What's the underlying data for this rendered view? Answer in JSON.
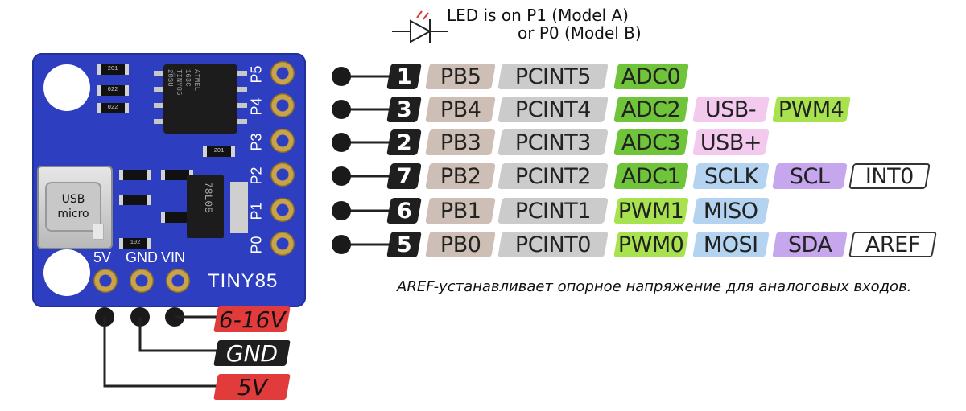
{
  "board": {
    "usb_label": "USB\nmicro",
    "name": "TINY85",
    "power_pins": [
      "5V",
      "GND",
      "VIN"
    ],
    "side_pins": [
      "P5",
      "P4",
      "P3",
      "P2",
      "P1",
      "P0"
    ],
    "regulator_text": "78L05",
    "chip_text": "ATMEL 163C\nTINY85\n20SU",
    "smd_labels": [
      "201",
      "022",
      "022",
      "201",
      "102"
    ],
    "board_color": "#2d3fc0"
  },
  "led_note": {
    "line1": "LED is on P1 (Model A)",
    "line2": "or P0 (Model B)"
  },
  "pins": [
    {
      "number": "1",
      "port": "PB5",
      "pcint": "PCINT5",
      "extra": [
        {
          "text": "ADC0",
          "color": "#6fc43a"
        }
      ]
    },
    {
      "number": "3",
      "port": "PB4",
      "pcint": "PCINT4",
      "extra": [
        {
          "text": "ADC2",
          "color": "#6fc43a"
        },
        {
          "text": "USB-",
          "color": "#f3c9ee"
        },
        {
          "text": "PWM4",
          "color": "#a8e24f"
        }
      ]
    },
    {
      "number": "2",
      "port": "PB3",
      "pcint": "PCINT3",
      "extra": [
        {
          "text": "ADC3",
          "color": "#6fc43a"
        },
        {
          "text": "USB+",
          "color": "#f3c9ee"
        }
      ]
    },
    {
      "number": "7",
      "port": "PB2",
      "pcint": "PCINT2",
      "extra": [
        {
          "text": "ADC1",
          "color": "#6fc43a"
        },
        {
          "text": "SCLK",
          "color": "#b3d3f1"
        },
        {
          "text": "SCL",
          "color": "#c6a6ec"
        },
        {
          "text": "INT0",
          "color": "#ffffff"
        }
      ]
    },
    {
      "number": "6",
      "port": "PB1",
      "pcint": "PCINT1",
      "extra": [
        {
          "text": "PWM1",
          "color": "#a8e24f"
        },
        {
          "text": "MISO",
          "color": "#b3d3f1"
        }
      ]
    },
    {
      "number": "5",
      "port": "PB0",
      "pcint": "PCINT0",
      "extra": [
        {
          "text": "PWM0",
          "color": "#a8e24f"
        },
        {
          "text": "MOSI",
          "color": "#b3d3f1"
        },
        {
          "text": "SDA",
          "color": "#c6a6ec"
        },
        {
          "text": "AREF",
          "color": "#ffffff"
        }
      ]
    }
  ],
  "aref_note": "AREF-устанавливает опорное напряжение для аналоговых входов.",
  "power_tags": [
    {
      "text": "6-16V",
      "color": "#e23b3b"
    },
    {
      "text": "GND",
      "color": "#1f1f1f",
      "text_color": "#ffffff"
    },
    {
      "text": "5V",
      "color": "#e23b3b"
    }
  ]
}
